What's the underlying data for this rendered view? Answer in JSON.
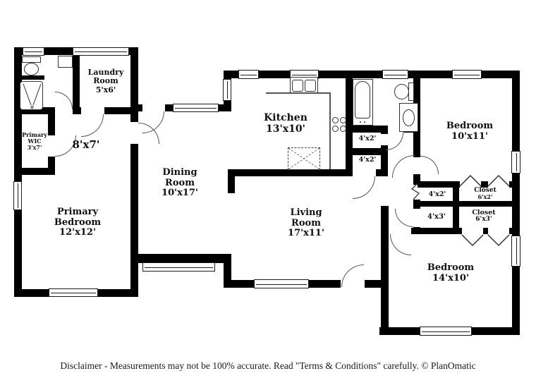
{
  "rooms": {
    "laundry": {
      "lines": [
        "Laundry",
        "Room",
        "5'x6'"
      ]
    },
    "primary_wic": {
      "lines": [
        "Primary",
        "WIC",
        "3'x7'"
      ]
    },
    "flex_area": {
      "lines": [
        "8'x7'"
      ]
    },
    "primary_bedroom": {
      "lines": [
        "Primary",
        "Bedroom",
        "12'x12'"
      ]
    },
    "dining_room": {
      "lines": [
        "Dining",
        "Room",
        "10'x17'"
      ]
    },
    "kitchen": {
      "lines": [
        "Kitchen",
        "13'x10'"
      ]
    },
    "living_room": {
      "lines": [
        "Living",
        "Room",
        "17'x11'"
      ]
    },
    "bedroom_10x11": {
      "lines": [
        "Bedroom",
        "10'x11'"
      ]
    },
    "hall_closet_top": {
      "lines": [
        "4'x2'"
      ]
    },
    "hall_closet_bottom": {
      "lines": [
        "4'x2'"
      ]
    },
    "closet_4x2": {
      "lines": [
        "4'x2'"
      ]
    },
    "closet_6x2": {
      "lines": [
        "Closet",
        "6'x2'"
      ]
    },
    "closet_4x3": {
      "lines": [
        "4'x3'"
      ]
    },
    "closet_6x3": {
      "lines": [
        "Closet",
        "6'x3'"
      ]
    },
    "bedroom_14x10": {
      "lines": [
        "Bedroom",
        "14'x10'"
      ]
    }
  },
  "footer": {
    "disclaimer": "Disclaimer - Measurements may not be 100% accurate. Read \"Terms & Conditions\" carefully. © PlanOmatic"
  },
  "colors": {
    "wall": "#000000",
    "background": "#ffffff",
    "text": "#111111"
  }
}
